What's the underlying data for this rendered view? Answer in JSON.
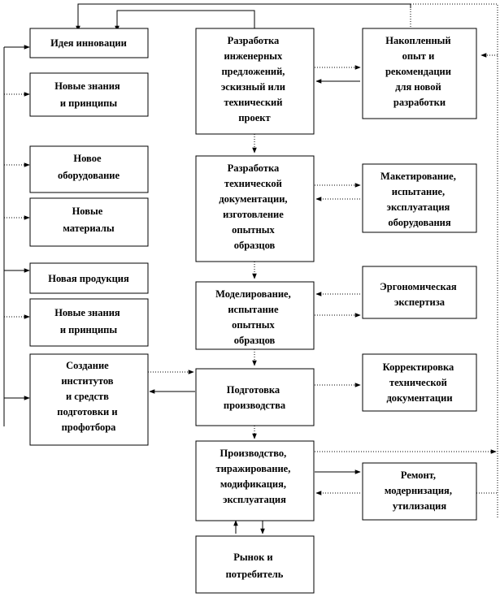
{
  "boxes": {
    "idea": [
      "Идея инновации"
    ],
    "knowledge1": [
      "Новые знания",
      "и принципы"
    ],
    "equipment": [
      "Новое",
      "оборудование"
    ],
    "materials": [
      "Новые",
      "материалы"
    ],
    "products": [
      "Новая продукция"
    ],
    "knowledge2": [
      "Новые знания",
      "и принципы"
    ],
    "institutes": [
      "Создание",
      "институтов",
      "и средств",
      "подготовки и",
      "профотбора"
    ],
    "proposals": [
      "Разработка",
      "инженерных",
      "предложений,",
      "эскизный или",
      "технический",
      "проект"
    ],
    "experience": [
      "Накопленный",
      "опыт и",
      "рекомендации",
      "для новой",
      "разработки"
    ],
    "techdoc": [
      "Разработка",
      "технической",
      "документации,",
      "изготовление",
      "опытных",
      "образцов"
    ],
    "mockup": [
      "Макетирование,",
      "испытание,",
      "эксплуатация",
      "оборудования"
    ],
    "modeling": [
      "Моделирование,",
      "испытание",
      "опытных",
      "образцов"
    ],
    "ergonomic": [
      "Эргономическая",
      "экспертиза"
    ],
    "prodprep": [
      "Подготовка",
      "производства"
    ],
    "correction": [
      "Корректировка",
      "технической",
      "документации"
    ],
    "production": [
      "Производство,",
      "тиражирование,",
      "модификация,",
      "эксплуатация"
    ],
    "repair": [
      "Ремонт,",
      "модернизация,",
      "утилизация"
    ],
    "market": [
      "Рынок и",
      "потребитель"
    ]
  }
}
